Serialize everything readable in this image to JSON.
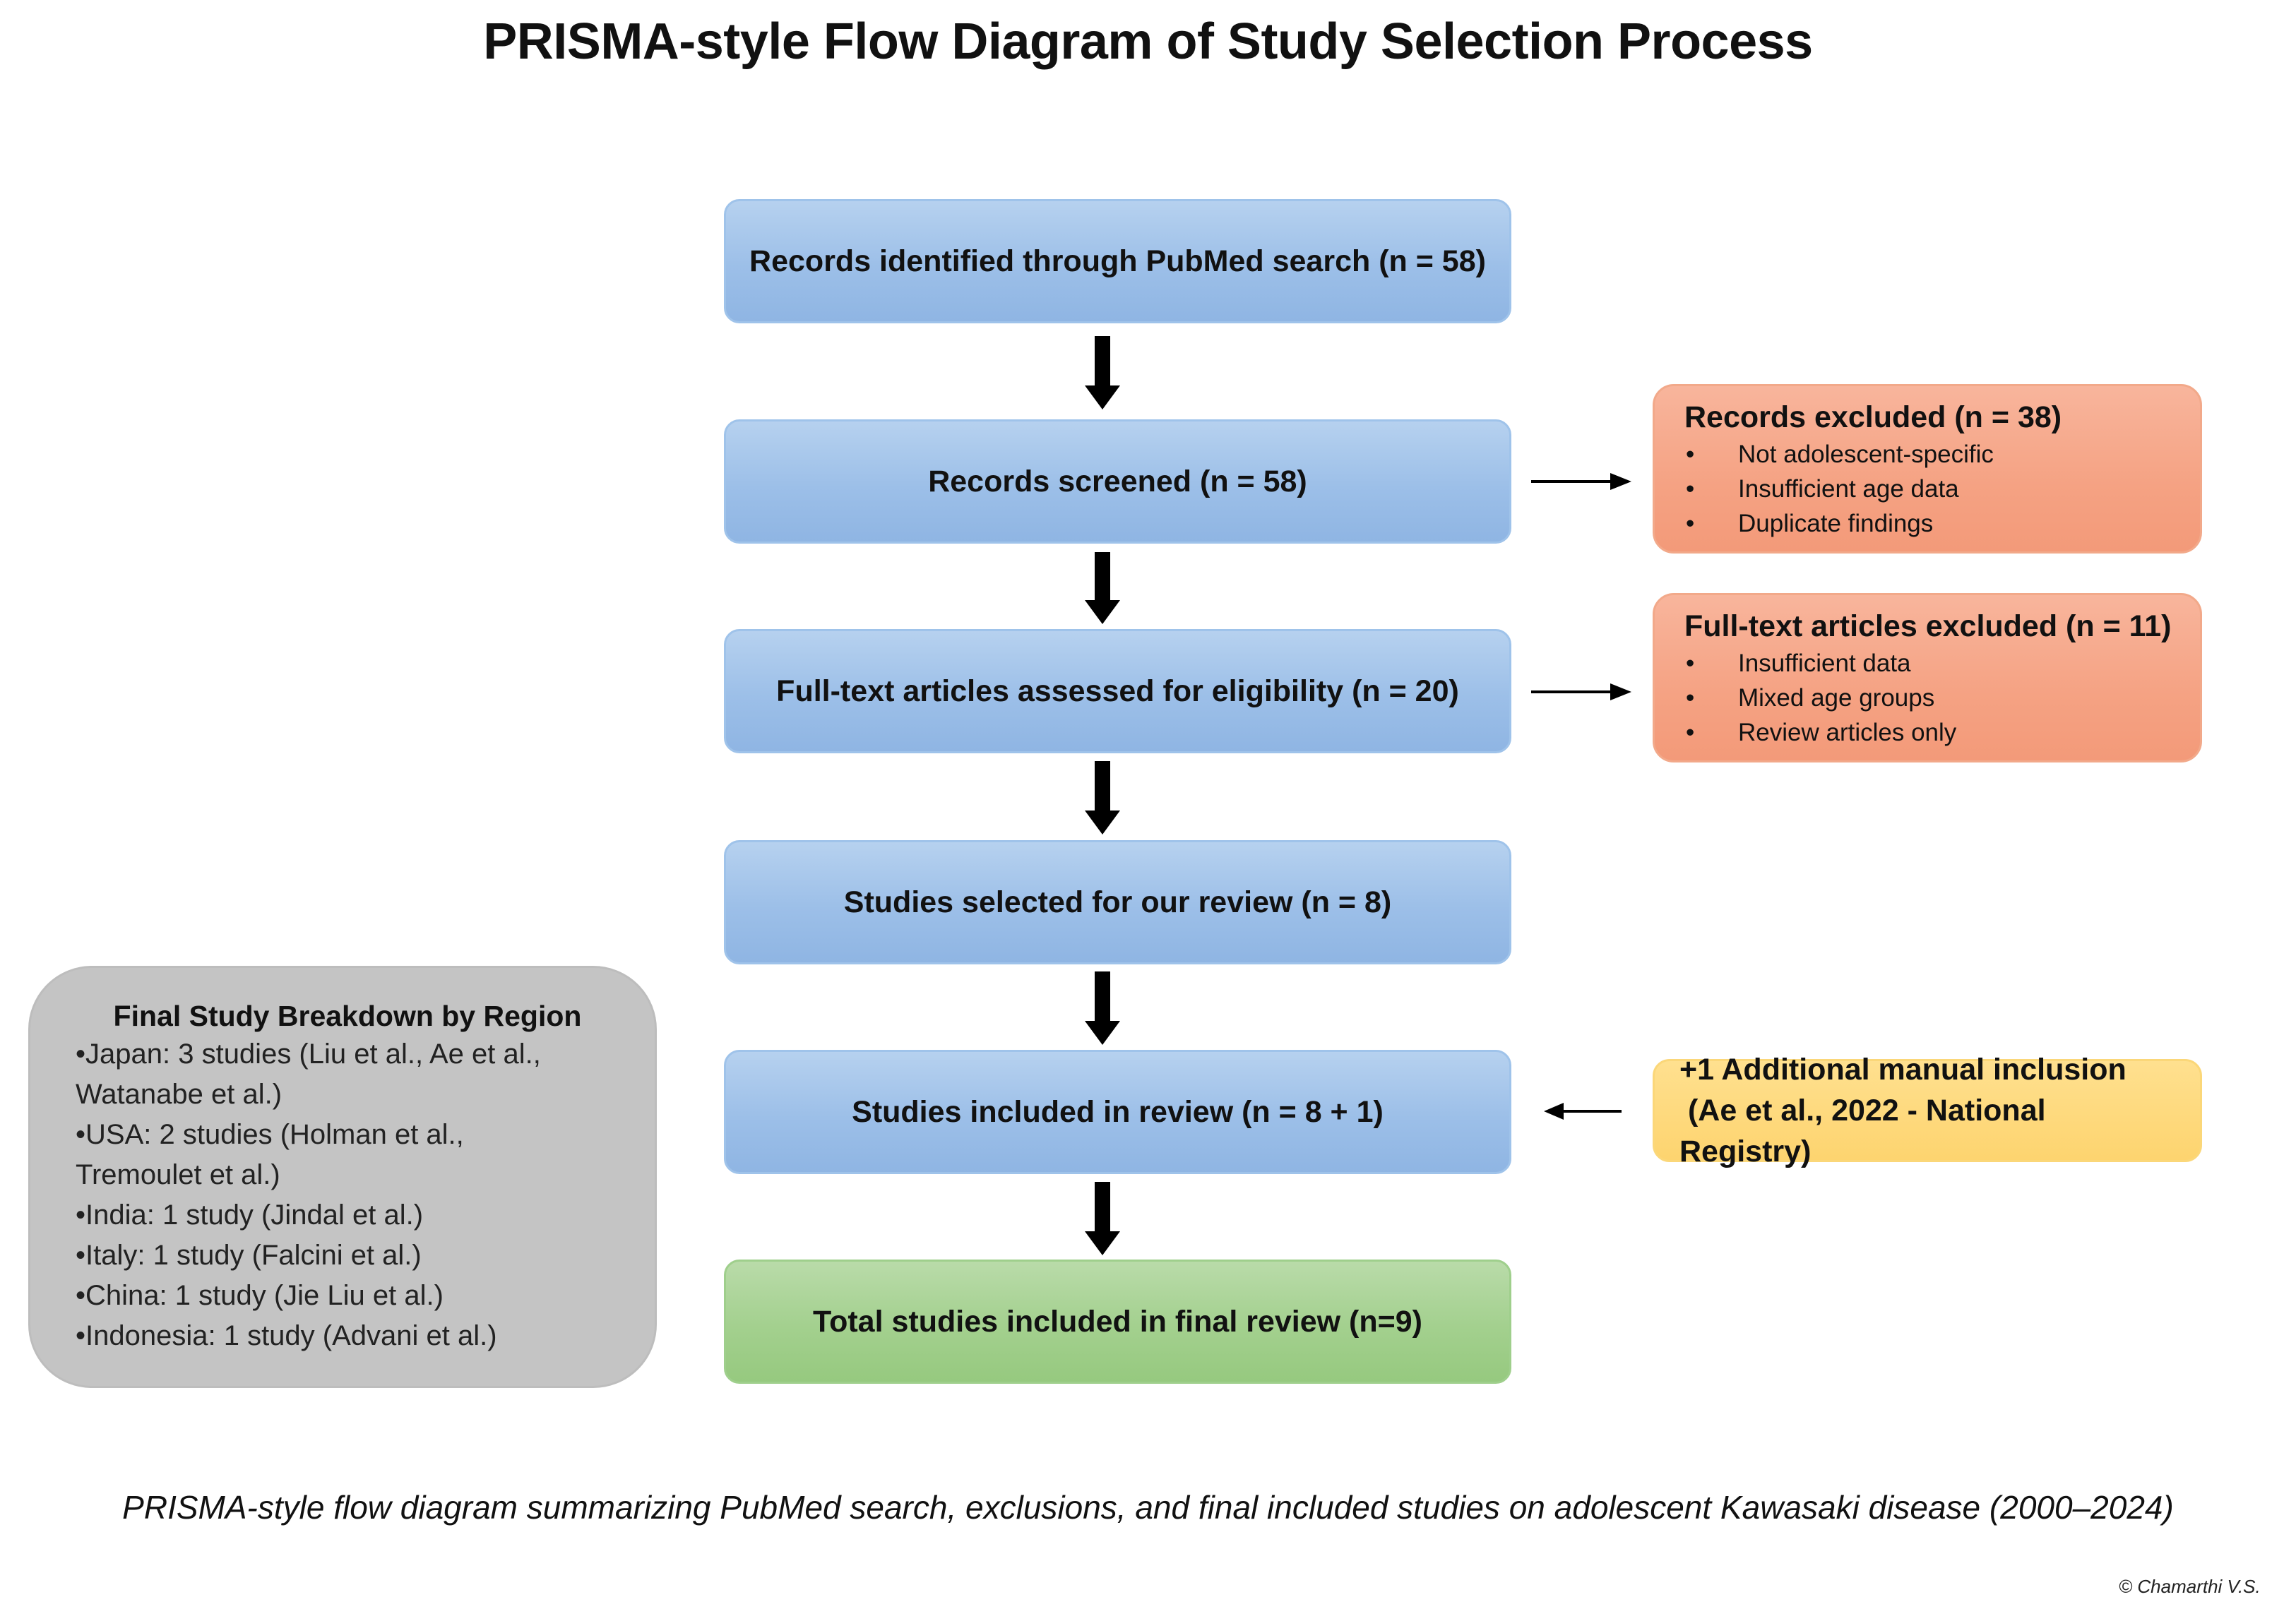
{
  "title": "PRISMA-style Flow Diagram of Study Selection Process",
  "flow": {
    "identified": "Records identified through PubMed search (n = 58)",
    "screened": "Records screened (n = 58)",
    "fulltext": "Full-text articles assessed for eligibility (n = 20)",
    "selected": "Studies selected for our review  (n = 8)",
    "included": "Studies included in review (n = 8 + 1)",
    "total": "Total studies included in final review (n=9)"
  },
  "records_excluded": {
    "header": "Records excluded (n = 38)",
    "bullet": "•",
    "items": [
      "Not adolescent-specific",
      "Insufficient age data",
      "Duplicate findings"
    ]
  },
  "fulltext_excluded": {
    "header": "Full-text articles excluded (n = 11)",
    "bullet": "•",
    "items": [
      "Insufficient data",
      "Mixed age groups",
      "Review articles only"
    ]
  },
  "manual_inclusion": {
    "line1": "+1 Additional manual inclusion",
    "line2": " (Ae et al., 2022 - National",
    "line3": "Registry)"
  },
  "region_breakdown": {
    "header": "Final Study Breakdown by Region",
    "items": [
      "•Japan: 3 studies (Liu et al., Ae et al.,",
      "Watanabe et al.)",
      "•USA: 2 studies (Holman et al.,",
      "Tremoulet et al.)",
      "•India: 1 study (Jindal et al.)",
      "•Italy: 1 study (Falcini et al.)",
      "•China: 1 study (Jie Liu et al.)",
      "•Indonesia: 1 study (Advani et al.)"
    ]
  },
  "caption": "PRISMA-style flow diagram summarizing PubMed search, exclusions, and final included studies on adolescent Kawasaki disease (2000–2024)",
  "credit": "© Chamarthi V.S.",
  "colors": {
    "flow_box": "#9cbfe8",
    "final_box": "#a3d08e",
    "exclusion_box": "#f5a283",
    "inclusion_box": "#fdd46f",
    "region_box": "#c4c4c4"
  }
}
